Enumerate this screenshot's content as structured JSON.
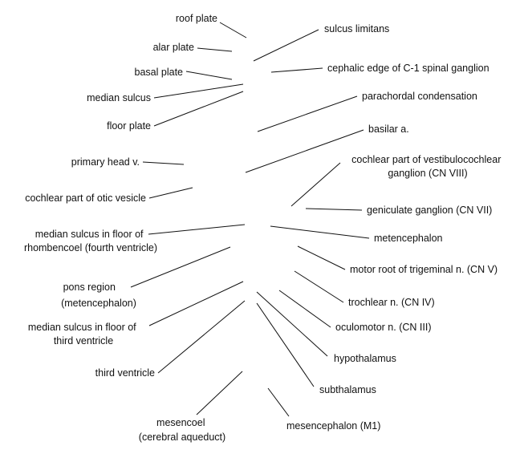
{
  "labels": {
    "roof_plate": "roof plate",
    "alar_plate": "alar plate",
    "basal_plate": "basal plate",
    "median_sulcus": "median sulcus",
    "floor_plate": "floor plate",
    "primary_head_v": "primary head v.",
    "cochlear_part_otic_vesicle": "cochlear part of otic vesicle",
    "median_sulcus_rhombencoel_line1": "median sulcus in floor of",
    "median_sulcus_rhombencoel_line2": "rhombencoel (fourth ventricle)",
    "pons_region_line1": "pons region",
    "pons_region_line2": "(metencephalon)",
    "median_sulcus_third_line1": "median sulcus in floor of",
    "median_sulcus_third_line2": "third ventricle",
    "third_ventricle": "third ventricle",
    "mesencoel_line1": "mesencoel",
    "mesencoel_line2": "(cerebral aqueduct)",
    "sulcus_limitans": "sulcus limitans",
    "cephalic_edge_c1": "cephalic edge of C-1 spinal ganglion",
    "parachordal_condensation": "parachordal condensation",
    "basilar_a": "basilar a.",
    "cochlear_vestibulocochlear_line1": "cochlear part of vestibulocochlear",
    "cochlear_vestibulocochlear_line2": "ganglion (CN VIII)",
    "geniculate_ganglion": "geniculate ganglion (CN VII)",
    "metencephalon": "metencephalon",
    "motor_root_trigeminal": "motor root of trigeminal n. (CN V)",
    "trochlear_n": "trochlear n. (CN IV)",
    "oculomotor_n": "oculomotor n. (CN III)",
    "hypothalamus": "hypothalamus",
    "subthalamus": "subthalamus",
    "mesencephalon_m1": "mesencephalon (M1)"
  }
}
